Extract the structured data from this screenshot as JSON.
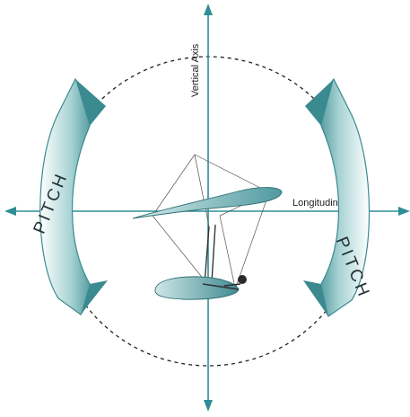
{
  "labels": {
    "vertical_axis": "Vertical Axis",
    "longitudinal_axis": "Longitudinal Axis",
    "pitch_left": "PITCH",
    "pitch_right": "PITCH"
  },
  "colors": {
    "axis": "#2f8d96",
    "arrow_dark": "#3a8a8f",
    "arrow_light": "#ffffff",
    "circle": "#222222",
    "wing_fill": "#4f9aa0",
    "pilot_pod": "#3f8a91"
  },
  "icons": {
    "left_pitch_arrow": "curved-double-arrow",
    "right_pitch_arrow": "curved-double-arrow",
    "glider": "hang-glider-illustration"
  }
}
